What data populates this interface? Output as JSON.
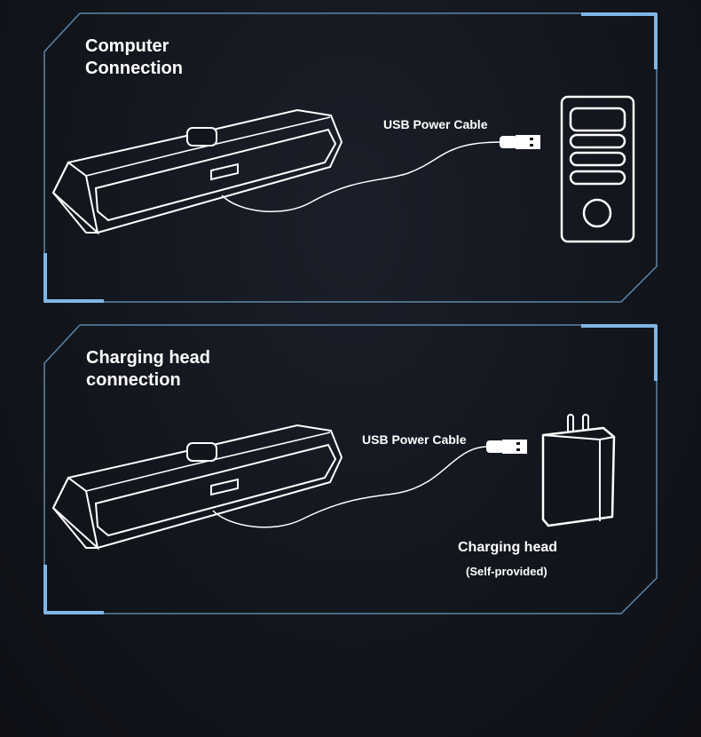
{
  "panels": [
    {
      "title_line1": "Computer",
      "title_line2": "Connection",
      "cable_label": "USB Power Cable",
      "device": "computer-tower"
    },
    {
      "title_line1": "Charging head",
      "title_line2": "connection",
      "cable_label": "USB Power Cable",
      "device": "charging-head",
      "device_label": "Charging head",
      "device_note": "(Self-provided)"
    }
  ],
  "colors": {
    "background": "#12151c",
    "frame": "#5e86a8",
    "accent": "#7fb6e6",
    "line_art": "#ffffff"
  }
}
